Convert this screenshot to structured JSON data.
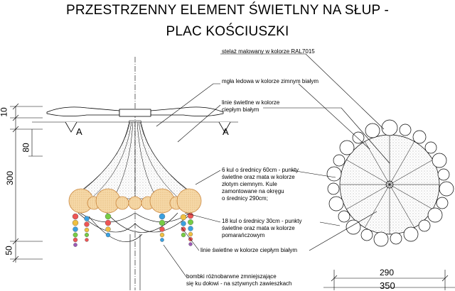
{
  "title": {
    "line1": "PRZESTRZENNY ELEMENT ŚWIETLNY NA SŁUP -",
    "line2": "PLAC KOŚCIUSZKI"
  },
  "annotations": {
    "frame": "stelaż malowany w kolorze RAL7015",
    "mist": "mgła ledowa w kolorze zimnym białym",
    "lines_top": [
      "linie świetlne w kolorze",
      "ciepłym białym"
    ],
    "big_balls": [
      "6 kul o średnicy 60cm - punkty",
      "świetlne oraz mata w kolorze",
      "złotym ciemnym. Kule",
      "zamontowane na okręgu",
      "o średnicy 290cm;"
    ],
    "small_balls": [
      "18 kul o średnicy 30cm - punkty",
      "świetlne oraz mata w kolorze",
      "pomarańczowym"
    ],
    "lines_bottom": "linie świetlne w kolorze ciepłym białym",
    "baubles": [
      "bombki różnobarwne zmniejszające",
      "się ku dołowi - na sztywnych zawieszkach"
    ]
  },
  "dimensions": {
    "d10": "10",
    "d80": "80",
    "d300": "300",
    "d50": "50",
    "d290": "290",
    "d350": "350"
  },
  "section_marks": {
    "left": "A",
    "right": "A"
  },
  "colors": {
    "ball_fill": "#f6d9a8",
    "ball_stroke": "#c8843a",
    "pattern_dot": "#777777",
    "line": "#000000"
  }
}
